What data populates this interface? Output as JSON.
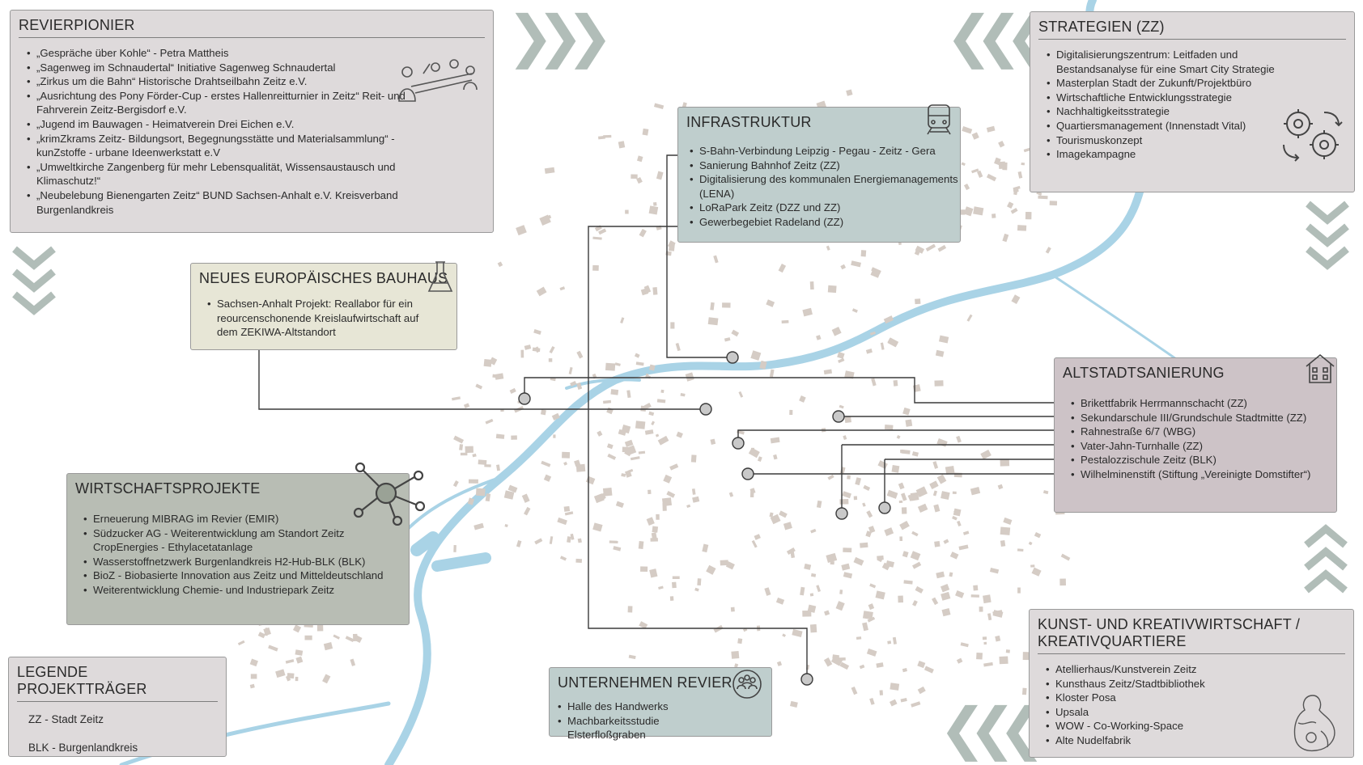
{
  "revierpionier": {
    "title": "REVIERPIONIER",
    "items": [
      "„Gespräche über Kohle“ - Petra Mattheis",
      "„Sagenweg im Schnaudertal“ Initiative Sagenweg Schnaudertal",
      "„Zirkus um die Bahn“ Historische Drahtseilbahn Zeitz e.V.",
      "„Ausrichtung des Pony Förder-Cup - erstes Hallenreitturnier in Zeitz“ Reit- und Fahrverein Zeitz-Bergisdorf e.V.",
      "„Jugend im Bauwagen - Heimatverein Drei Eichen e.V.",
      "„krimZkrams Zeitz- Bildungsort, Begegnungsstätte und Materialsammlung“ - kunZstoffe - urbane Ideenwerkstatt e.V",
      "„Umweltkirche Zangenberg für mehr Lebensqualität, Wissensaustausch und Klimaschutz!“",
      "„Neubelebung Bienengarten Zeitz“ BUND Sachsen-Anhalt e.V. Kreisverband Burgenlandkreis"
    ]
  },
  "bauhaus": {
    "title": "NEUES EUROPÄISCHES BAUHAUS",
    "items": [
      "Sachsen-Anhalt Projekt: Reallabor für ein reourcenschonende Kreislaufwirtschaft auf dem ZEKIWA-Altstandort"
    ]
  },
  "infrastruktur": {
    "title": "INFRASTRUKTUR",
    "items": [
      "S-Bahn-Verbindung Leipzig - Pegau - Zeitz - Gera",
      "Sanierung Bahnhof Zeitz (ZZ)",
      "Digitalisierung des kommunalen Energiemanagements (LENA)",
      "LoRaPark Zeitz (DZZ und ZZ)",
      "Gewerbegebiet Radeland (ZZ)"
    ]
  },
  "strategien": {
    "title": "STRATEGIEN (ZZ)",
    "items": [
      "Digitalisierungszentrum: Leitfaden und Bestandsanalyse für eine Smart City Strategie",
      "Masterplan Stadt der Zukunft/Projektbüro",
      "Wirtschaftliche Entwicklungsstrategie",
      "Nachhaltigkeitsstrategie",
      "Quartiersmanagement (Innenstadt Vital)",
      "Tourismuskonzept",
      "Imagekampagne"
    ]
  },
  "altstadt": {
    "title": "ALTSTADTSANIERUNG",
    "items": [
      "Brikettfabrik Herrmannschacht (ZZ)",
      "Sekundarschule III/Grundschule Stadtmitte (ZZ)",
      "Rahnestraße 6/7 (WBG)",
      "Vater-Jahn-Turnhalle (ZZ)",
      "Pestalozzischule Zeitz (BLK)",
      "Wilhelminenstift (Stiftung „Vereinigte Domstifter“)"
    ]
  },
  "wirtschaft": {
    "title": "WIRTSCHAFTSPROJEKTE",
    "items": [
      "Erneuerung MIBRAG im Revier (EMIR)",
      "Südzucker AG - Weiterentwicklung am Standort Zeitz CropEnergies - Ethylacetatanlage",
      "Wasserstoffnetzwerk Burgenlandkreis H2-Hub-BLK (BLK)",
      "BioZ - Biobasierte Innovation aus Zeitz und Mitteldeutschland",
      "Weiterentwicklung Chemie- und Industriepark Zeitz"
    ]
  },
  "legende": {
    "title": "LEGENDE PROJEKTTRÄGER",
    "lines": [
      "ZZ - Stadt Zeitz",
      "BLK - Burgenlandkreis"
    ]
  },
  "unternehmen": {
    "title": "UNTERNEHMEN REVIER",
    "items": [
      "Halle des Handwerks",
      "Machbarkeitsstudie Elsterfloßgraben"
    ]
  },
  "kunst": {
    "title": "KUNST- UND KREATIVWIRTSCHAFT / KREATIVQUARTIERE",
    "items": [
      "Atellierhaus/Kunstverein Zeitz",
      "Kunsthaus Zeitz/Stadtbibliothek",
      "Kloster Posa",
      "Upsala",
      "WOW - Co-Working-Space",
      "Alte Nudelfabrik"
    ]
  },
  "icons": {
    "revierpionier": "people-group-icon",
    "bauhaus": "flask-icon",
    "infrastruktur": "train-icon",
    "strategien": "gears-icon",
    "altstadt": "house-icon",
    "wirtschaft": "network-icon",
    "unternehmen": "team-icon",
    "kunst": "figure-sculpture-icon"
  },
  "colors": {
    "river": "#a9d3e6",
    "buildings": "#d5ccc5",
    "lines": "#3a3a3a",
    "chevrons": "#b1bdb8"
  }
}
